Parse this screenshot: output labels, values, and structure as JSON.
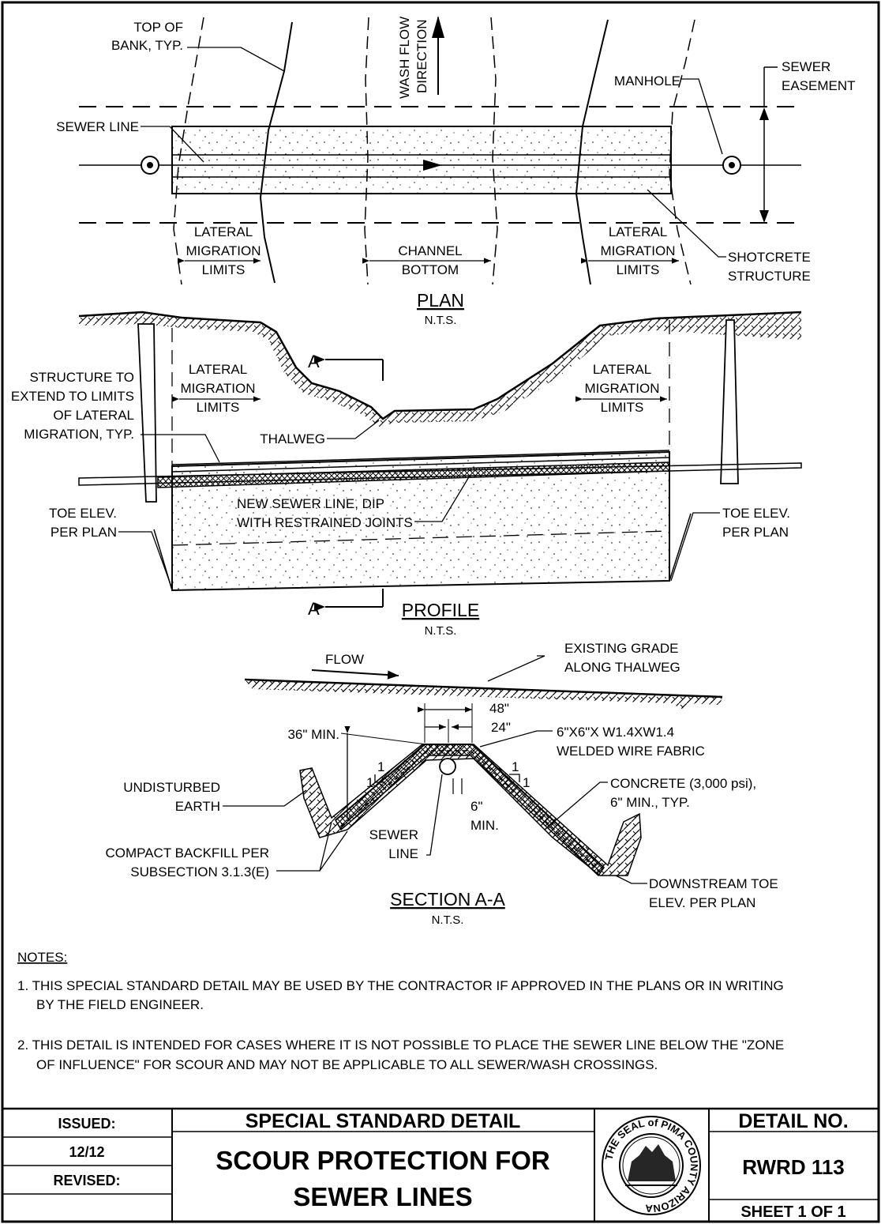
{
  "plan": {
    "top_of_bank": [
      "TOP OF",
      "BANK, TYP."
    ],
    "wash_flow": [
      "WASH FLOW",
      "DIRECTION"
    ],
    "manhole": "MANHOLE",
    "sewer_easement": [
      "SEWER",
      "EASEMENT"
    ],
    "sewer_line": "SEWER LINE",
    "lateral_left": [
      "LATERAL",
      "MIGRATION",
      "LIMITS"
    ],
    "channel_bottom": [
      "CHANNEL",
      "BOTTOM"
    ],
    "lateral_right": [
      "LATERAL",
      "MIGRATION",
      "LIMITS"
    ],
    "shotcrete": [
      "SHOTCRETE",
      "STRUCTURE"
    ],
    "title": "PLAN",
    "scale": "N.T.S."
  },
  "profile": {
    "section_mark_top": "A",
    "section_mark_bottom": "A",
    "structure_extend": [
      "STRUCTURE TO",
      "EXTEND TO LIMITS",
      "OF LATERAL",
      "MIGRATION, TYP."
    ],
    "lateral_left": [
      "LATERAL",
      "MIGRATION",
      "LIMITS"
    ],
    "lateral_right": [
      "LATERAL",
      "MIGRATION",
      "LIMITS"
    ],
    "thalweg": "THALWEG",
    "new_sewer": [
      "NEW SEWER LINE, DIP",
      "WITH RESTRAINED JOINTS"
    ],
    "toe_left": [
      "TOE ELEV.",
      "PER PLAN"
    ],
    "toe_right": [
      "TOE ELEV.",
      "PER PLAN"
    ],
    "title": "PROFILE",
    "scale": "N.T.S."
  },
  "section": {
    "flow": "FLOW",
    "existing_grade": [
      "EXISTING GRADE",
      "ALONG THALWEG"
    ],
    "dim_48": "48\"",
    "dim_24": "24\"",
    "min_36": "36\" MIN.",
    "wire_fabric": [
      "6\"X6\"X W1.4XW1.4",
      "WELDED WIRE FABRIC"
    ],
    "undisturbed": [
      "UNDISTURBED",
      "EARTH"
    ],
    "concrete": [
      "CONCRETE (3,000 psi),",
      "6\" MIN., TYP."
    ],
    "slope_one": "1",
    "min_6": [
      "6\"",
      "MIN."
    ],
    "sewer_line": [
      "SEWER",
      "LINE"
    ],
    "compact": [
      "COMPACT BACKFILL PER",
      "SUBSECTION 3.1.3(E)"
    ],
    "downstream": [
      "DOWNSTREAM TOE",
      "ELEV. PER PLAN"
    ],
    "title": "SECTION A-A",
    "scale": "N.T.S."
  },
  "notes": {
    "heading": "NOTES:",
    "note1": [
      "1. THIS SPECIAL STANDARD DETAIL MAY BE USED BY THE CONTRACTOR IF APPROVED IN THE PLANS OR IN WRITING",
      "BY THE FIELD ENGINEER."
    ],
    "note2": [
      "2. THIS DETAIL IS INTENDED FOR CASES WHERE IT IS NOT POSSIBLE TO PLACE THE SEWER LINE BELOW THE \"ZONE",
      "OF INFLUENCE\" FOR SCOUR AND MAY NOT BE APPLICABLE TO ALL SEWER/WASH CROSSINGS."
    ]
  },
  "title_block": {
    "issued_label": "ISSUED:",
    "issued_date": "12/12",
    "revised_label": "REVISED:",
    "header": "SPECIAL STANDARD DETAIL",
    "title": [
      "SCOUR PROTECTION FOR",
      "SEWER LINES"
    ],
    "detail_label": "DETAIL NO.",
    "detail_no": "RWRD 113",
    "sheet": "SHEET 1 OF 1",
    "seal_text": "THE SEAL of PIMA COUNTY ARIZONA"
  }
}
